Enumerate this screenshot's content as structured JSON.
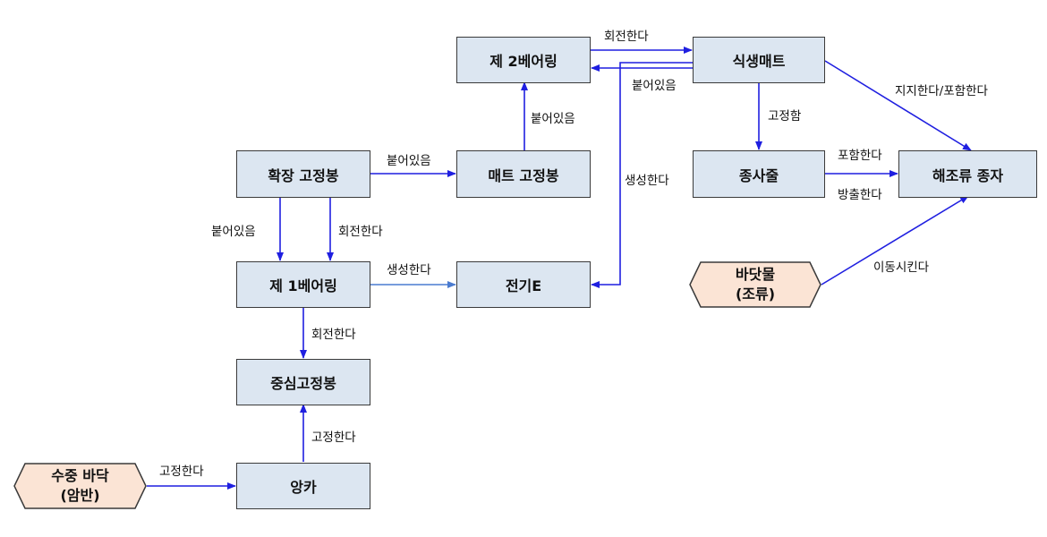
{
  "colors": {
    "node_fill": "#dce6f1",
    "source_fill": "#fbe4d5",
    "edge": "#1f1fe0",
    "edge_secondary": "#4a7bd0",
    "border": "#3a3a3a"
  },
  "nodes": {
    "bearing2": "제 2베어링",
    "vegmat": "식생매트",
    "ext_pin": "확장 고정봉",
    "mat_pin": "매트 고정봉",
    "rope": "종사줄",
    "spore": "해조류 종자",
    "bearing1": "제 1베어링",
    "elec": "전기E",
    "seabed_water": "바닷물\n(조류)",
    "center_pin": "중심고정봉",
    "floor": "수중 바닥\n(암반)",
    "anchor": "앙카"
  },
  "edges": {
    "rotate_b2_mat": "회전한다",
    "attached_mat_b2": "붙어있음",
    "attached_matpin_b2": "붙어있음",
    "attached_ext_matpin": "붙어있음",
    "generate_mat_elec": "생성한다",
    "fixed_mat_rope": "고정함",
    "support_mat_spore": "지지한다/포함한다",
    "contain_rope_spore": "포함한다",
    "release_rope_spore": "방출한다",
    "move_water_spore": "이동시킨다",
    "attached_ext_b1": "붙어있음",
    "rotate_ext_b1": "회전한다",
    "generate_b1_elec": "생성한다",
    "rotate_b1_center": "회전한다",
    "fixed_anchor_center": "고정한다",
    "fixed_floor_anchor": "고정한다"
  }
}
